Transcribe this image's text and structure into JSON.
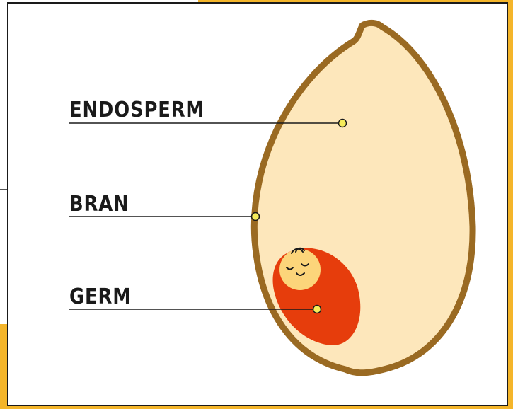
{
  "diagram": {
    "labels": {
      "endosperm": "ENDOSPERM",
      "bran": "BRAN",
      "germ": "GERM"
    },
    "colors": {
      "bran_outline": "#9a6a22",
      "endosperm_fill": "#fde7bb",
      "germ_fill": "#e63d0c",
      "baby_face": "#fcd57a",
      "marker": "#f6ec5a",
      "frame_accent": "#f4b52a",
      "frame_border": "#1a1a1a",
      "leader_line": "#1a1a1a"
    }
  }
}
